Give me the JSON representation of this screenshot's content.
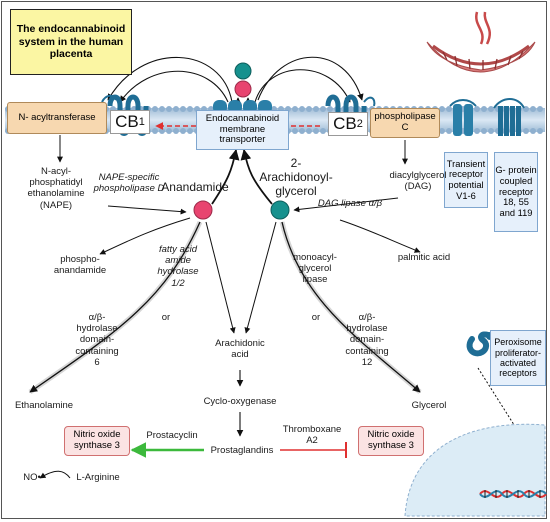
{
  "title": "The endocannabinoid system in the human placenta",
  "labels": {
    "cb1": "CB",
    "cb1_sub": "1",
    "cb2": "CB",
    "cb2_sub": "2",
    "n_acyltransferase": "N-\nacyltransferase",
    "transporter": "Endocannabinoid\nmembrane\ntransporter",
    "phospholipase_c": "phospholipase\nC",
    "trpv": "Transient\nreceptor\npotential\nV1-6",
    "gpcr": "G-\nprotein\ncoupled\nreceptor\n18, 55\nand 119",
    "nape": "N-acyl-\nphosphatidyl\nethanolamine\n(NAPE)",
    "nape_pld": "NAPE-specific\nphospholipase D",
    "anandamide": "Anandamide",
    "two_ag": "2-\nArachidonoyl-\nglycerol",
    "dag": "diacylglycerol\n(DAG)",
    "dag_lipase": "DAG lipase α/β",
    "phospho_anandamide": "phospho-\nanandamide",
    "faah": "fatty acid\namide\nhydrolase\n1/2",
    "palmitic": "palmitic acid",
    "magl": "monoacyl-\nglycerol\nlipase",
    "abhd6": "α/β-\nhydrolase\ndomain-\ncontaining\n6",
    "or_left": "or",
    "or_right": "or",
    "abhd12": "α/β-\nhydrolase\ndomain-\ncontaining\n12",
    "arachidonic": "Arachidonic\nacid",
    "ppar": "Peroxisome\nproliferator-\nactivated\nreceptors",
    "ethanolamine": "Ethanolamine",
    "cox": "Cyclo-oxygenase",
    "glycerol": "Glycerol",
    "nos_left": "Nitric oxide\nsynthase 3",
    "prostacyclin": "Prostacyclin",
    "thromboxane": "Thromboxane\nA2",
    "nos_right": "Nitric oxide\nsynthase 3",
    "prostaglandins": "Prostaglandins",
    "no": "NO•",
    "arginine": "L-Arginine"
  },
  "colors": {
    "anandamide": "#e8446f",
    "two_ag": "#16918e",
    "receptor": "#2a7fa8",
    "inhibit": "#e03030",
    "activate": "#3cb93c",
    "membrane": "#c5d8ea"
  },
  "icons": [
    "placenta-icon",
    "receptor-icon",
    "nucleus-icon",
    "dna-icon"
  ]
}
